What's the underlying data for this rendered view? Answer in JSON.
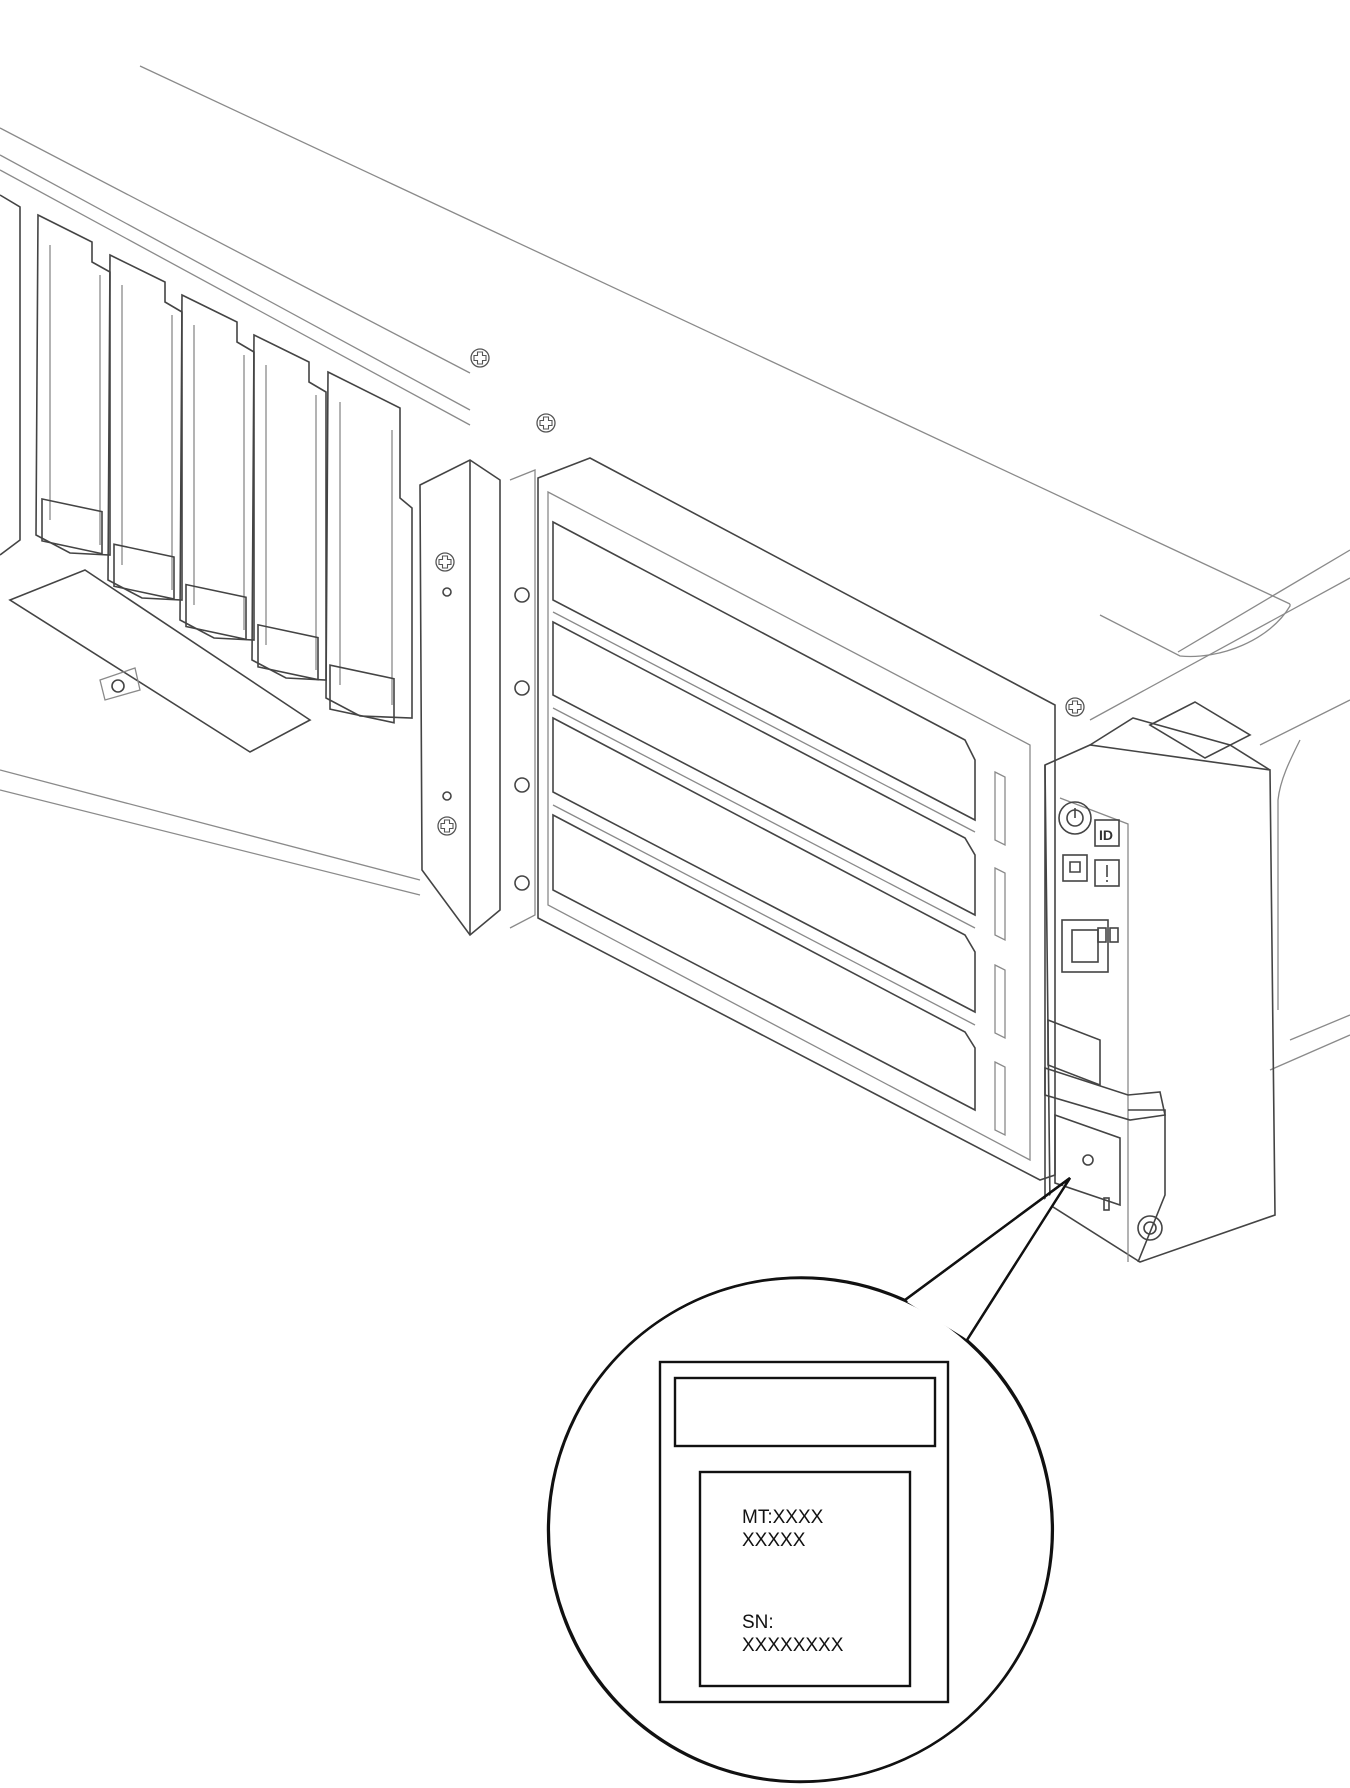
{
  "label": {
    "mt_line1": "MT:XXXX",
    "mt_line2": "XXXXX",
    "sn_line1": "SN:",
    "sn_line2": "XXXXXXXX"
  },
  "icons": [
    "screw-icon",
    "power-button-icon",
    "id-button-icon",
    "network-icon",
    "error-icon",
    "usb-port-icon",
    "pull-tab-icon"
  ],
  "colors": {
    "line": "#111111",
    "light_line": "#8a8a8a",
    "background": "#ffffff"
  }
}
